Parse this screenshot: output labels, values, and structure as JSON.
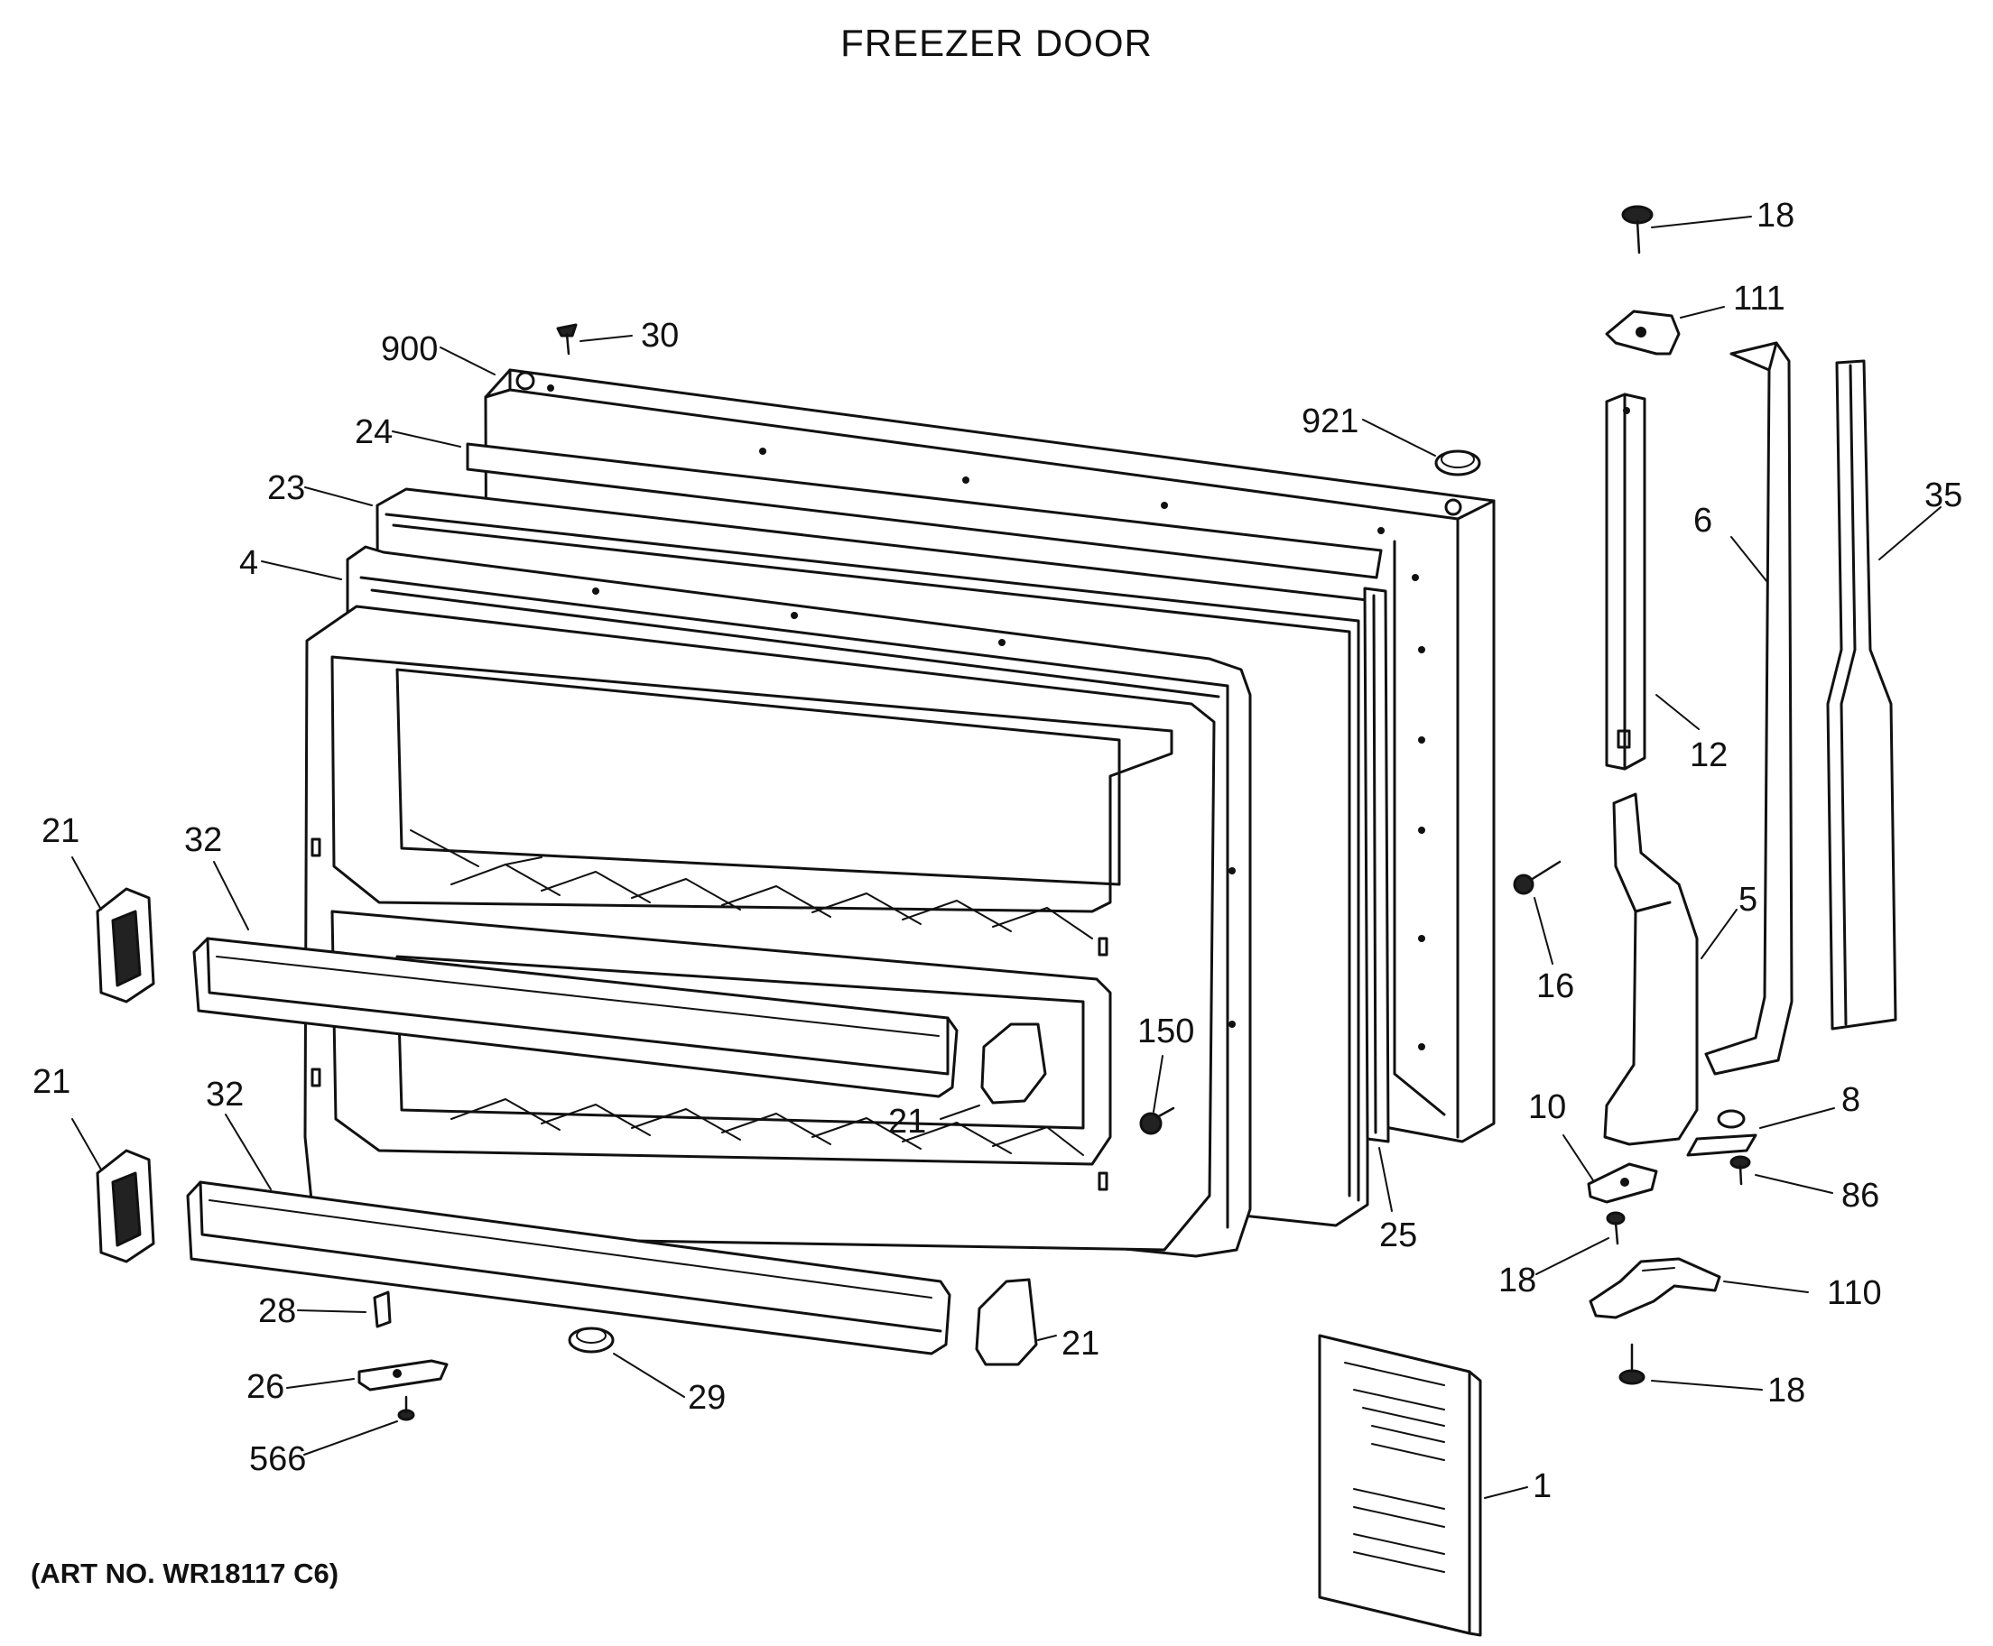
{
  "diagram": {
    "title": "FREEZER DOOR",
    "art_number": "(ART NO. WR18117 C6)"
  },
  "callouts": {
    "c18a": "18",
    "c111": "111",
    "c30": "30",
    "c900": "900",
    "c921": "921",
    "c24": "24",
    "c23": "23",
    "c4": "4",
    "c35": "35",
    "c6": "6",
    "c12": "12",
    "c21a": "21",
    "c32a": "32",
    "c5": "5",
    "c16": "16",
    "c150": "150",
    "c21b": "21",
    "c32b": "32",
    "c21c": "21",
    "c10": "10",
    "c8": "8",
    "c86": "86",
    "c25": "25",
    "c18b": "18",
    "c110": "110",
    "c28": "28",
    "c21d": "21",
    "c26": "26",
    "c29": "29",
    "c18c": "18",
    "c566": "566",
    "c1": "1"
  }
}
